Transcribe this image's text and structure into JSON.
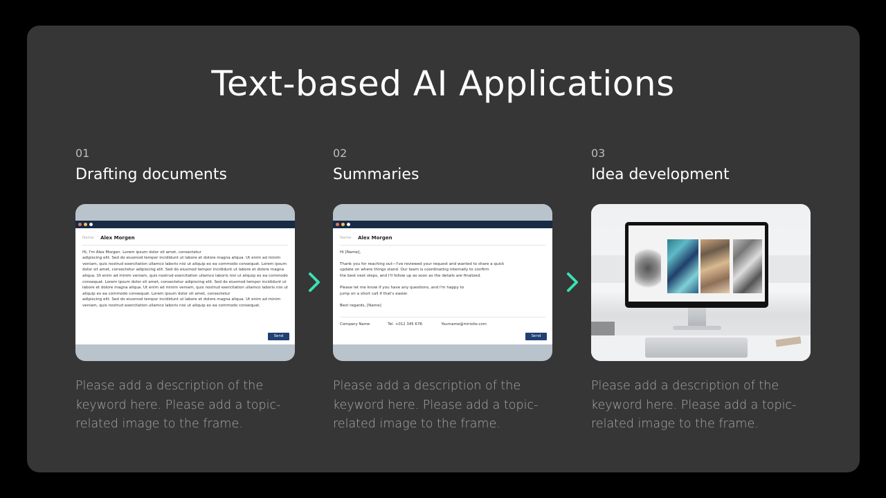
{
  "slide": {
    "title": "Text-based AI Applications"
  },
  "columns": [
    {
      "number": "01",
      "heading": "Drafting documents",
      "description": "Please add a description of the keyword here. Please add a topic-related image to the frame.",
      "mock": {
        "name_label": "Name:",
        "name_value": "Alex Morgen",
        "body": "Hi, I'm Alex Morgen. Lorem ipsum dolor sit amet, consectetur\nadipiscing elit. Sed do eiusmod tempor incididunt ut labore et dolore magna aliqua. Ut enim ad minim veniam, quis nostrud exercitation ullamco laboris nisi ut aliquip ex ea commodo consequat. Lorem ipsum dolor sit amet, consectetur adipiscing elit. Sed do eiusmod tempor incididunt ut labore et dolore magna aliqua. Ut enim ad minim veniam, quis nostrud exercitation ullamco laboris nisi ut aliquip ex ea commodo consequat. Lorem ipsum dolor sit amet, consectetur adipiscing elit. Sed do eiusmod tempor incididunt ut labore et dolore magna aliqua. Ut enim ad minim veniam, quis nostrud exercitation ullamco laboris nisi ut aliquip ex ea commodo consequat. Lorem ipsum dolor sit amet, consectetur\nadipiscing elit. Sed do eiusmod tempor incididunt ut labore et dolore magna aliqua. Ut enim ad minim veniam, quis nostrud exercitation ullamco laboris nisi ut aliquip ex ea commodo consequat.",
        "send_label": "Send"
      }
    },
    {
      "number": "02",
      "heading": "Summaries",
      "description": "Please add a description of the keyword here. Please add a topic-related image to the frame.",
      "mock": {
        "name_label": "Name:",
        "name_value": "Alex Morgen",
        "body": "Hi [Name],\n\nThank you for reaching out—I've reviewed your request and wanted to share a quick\nupdate on where things stand. Our team is coordinating internally to confirm\nthe best next steps, and I'll follow up as soon as the details are finalized.\n\nPlease let me know if you have any questions, and I'm happy to\njump on a short call if that's easier.\n\nBest regards, [Name]",
        "company": "Company Name",
        "tel": "Tel. +012 345 678.",
        "email": "Yourname@mirisite.com",
        "send_label": "Send"
      }
    },
    {
      "number": "03",
      "heading": "Idea development",
      "description": "Please add a description of the keyword here. Please add a topic-related image to the frame."
    }
  ],
  "colors": {
    "slide_bg": "#363636",
    "accent_arrow": "#3be0b4",
    "button": "#203f73"
  },
  "icons": [
    "chevron-right-icon",
    "chevron-right-icon"
  ]
}
